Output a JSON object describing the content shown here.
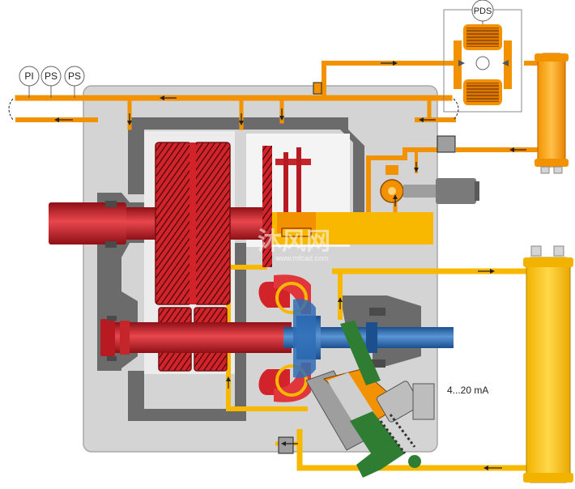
{
  "instruments": {
    "pi": "PI",
    "ps1": "PS",
    "ps2": "PS",
    "pds": "PDS"
  },
  "signal_label": "4...20 mA",
  "watermark": {
    "text": "沐风网",
    "url": "www.mfcad.com"
  },
  "colors": {
    "housing": "#d4d4d4",
    "housing_edge": "#9e9e9e",
    "casing_dark": "#6b6b6b",
    "oil": "#f9b800",
    "oil_pipe": "#f39200",
    "gear_red": "#d2232a",
    "shaft_blue": "#2f6db5",
    "green": "#2e7d32"
  }
}
